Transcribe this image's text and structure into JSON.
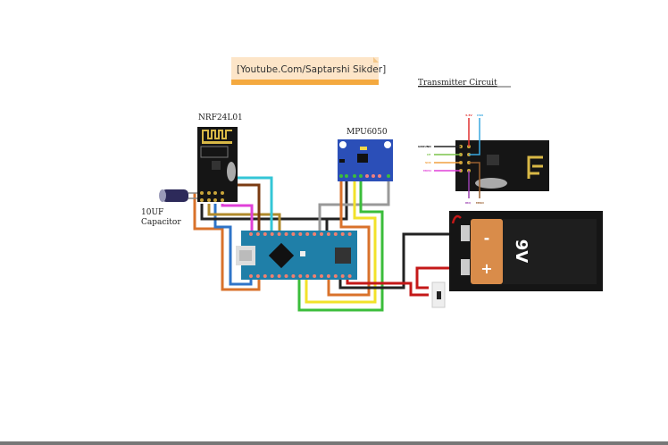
{
  "banner": {
    "text": "[Youtube.Com/Saptarshi Sikder]",
    "fill": "#fde5c8",
    "accent": "#f4a93f"
  },
  "title": "Transmitter Circuit",
  "labels": {
    "nrf": "NRF24L01",
    "mpu": "MPU6050",
    "capacitor_value": "10UF",
    "capacitor_name": "Capacitor"
  },
  "battery": {
    "voltage": "9V",
    "minus": "-",
    "plus": "+"
  },
  "pinout": {
    "vcc": "3.3V",
    "csn": "CSN",
    "ground": "GROUND",
    "ce": "CE",
    "sck": "SCK",
    "mosi": "MOSI",
    "irq": "IRQ",
    "miso": "MISO"
  },
  "colors": {
    "board_blue": "#1f7fa8",
    "mpu_blue": "#2b4fb8",
    "module_black": "#151515",
    "battery_orange": "#d98c4a"
  }
}
